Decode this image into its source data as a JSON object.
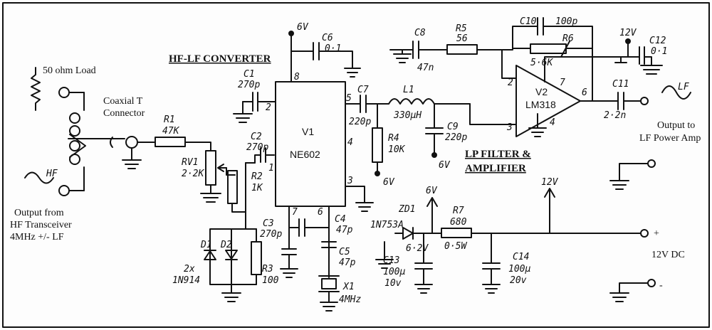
{
  "sections": {
    "converter": "HF-LF CONVERTER",
    "filter_line1": "LP FILTER &",
    "filter_line2": "AMPLIFIER"
  },
  "labels": {
    "load": "50 ohm Load",
    "tee1": "Coaxial T",
    "tee2": "Connector",
    "hf": "HF",
    "lf": "LF",
    "out_from1": "Output from",
    "out_from2": "HF Transceiver",
    "out_from3": "4MHz +/- LF",
    "out_to1": "Output to",
    "out_to2": "LF Power Amp",
    "dc": "12V DC",
    "plus": "+",
    "minus": "-"
  },
  "rails": {
    "v6_a": "6V",
    "v6_b": "6V",
    "v6_c": "6V",
    "v6_d": "6V",
    "v12_a": "12V",
    "v12_b": "12V"
  },
  "ics": {
    "v1_name": "V1",
    "v1_part": "NE602",
    "v2_name": "V2",
    "v2_part": "LM318",
    "pins": {
      "p8": "8",
      "p2": "2",
      "p5": "5",
      "p4": "4",
      "p3": "3",
      "p7": "7",
      "p6": "6",
      "p1": "1",
      "a2": "2",
      "a7": "7",
      "a3": "3",
      "a4": "4",
      "a6": "6"
    }
  },
  "parts": {
    "c1": "C1",
    "c1v": "270p",
    "c2": "C2",
    "c2v": "270p",
    "c3": "C3",
    "c3v": "270p",
    "c4": "C4",
    "c4v": "47p",
    "c5": "C5",
    "c5v": "47p",
    "c6": "C6",
    "c6v": "0·1",
    "c7": "C7",
    "c7v": "220p",
    "c8": "C8",
    "c8v": "47n",
    "c9": "C9",
    "c9v": "220p",
    "c10": "C10",
    "c10v": "100p",
    "c11": "C11",
    "c11v": "2·2n",
    "c12": "C12",
    "c12v": "0·1",
    "c13": "C13",
    "c13v1": "100µ",
    "c13v2": "10v",
    "c14": "C14",
    "c14v1": "100µ",
    "c14v2": "20v",
    "r1": "R1",
    "r1v": "47K",
    "rv1": "RV1",
    "rv1v": "2·2K",
    "r2": "R2",
    "r2v": "1K",
    "r3": "R3",
    "r3v": "100",
    "r4": "R4",
    "r4v": "10K",
    "r5": "R5",
    "r5v": "56",
    "r6": "R6",
    "r6v": "5·6K",
    "r7": "R7",
    "r7v1": "680",
    "r7v2": "0·5W",
    "l1": "L1",
    "l1v": "330µH",
    "d1": "D1",
    "d2": "D2",
    "dv1": "2x",
    "dv2": "1N914",
    "zd1": "ZD1",
    "zdv1": "1N753A",
    "zdv2": "6·2V",
    "x1": "X1",
    "x1v": "4MHz"
  }
}
